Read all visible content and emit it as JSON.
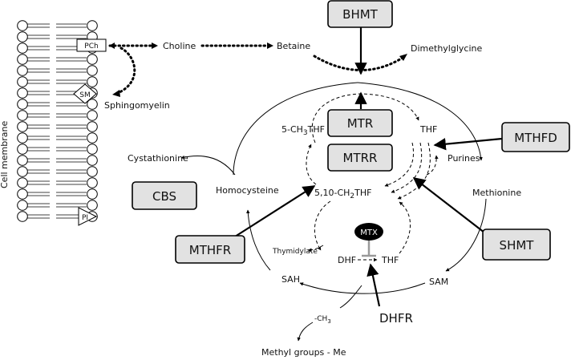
{
  "membrane": {
    "label": "Cell membrane",
    "markers": {
      "pch": "PCh",
      "sm": "SM",
      "pi": "PI"
    }
  },
  "enzymes": {
    "bhmt": "BHMT",
    "mtr": "MTR",
    "mtrr": "MTRR",
    "mthfd": "MTHFD",
    "cbs": "CBS",
    "mthfr": "MTHFR",
    "shmt": "SHMT",
    "dhfr": "DHFR",
    "mtx": "MTX"
  },
  "metabolites": {
    "choline": "Choline",
    "betaine": "Betaine",
    "dimethylglycine": "Dimethylglycine",
    "sphingomyelin": "Sphingomyelin",
    "ch3thf_prefix": "5-CH",
    "ch3thf_sub": "3",
    "ch3thf_suffix": "THF",
    "thf_top": "THF",
    "purines": "Purines",
    "cystathionine": "Cystathionine",
    "homocysteine": "Homocysteine",
    "methionine": "Methionine",
    "ch2thf_prefix": "5,10-CH",
    "ch2thf_sub": "2",
    "ch2thf_suffix": "THF",
    "thymidylate": "Thymidylate",
    "dhf": "DHF",
    "thf_bottom": "THF",
    "sah": "SAH",
    "sam": "SAM",
    "ch3_prefix": "-CH",
    "ch3_sub": "3",
    "methyl_groups": "Methyl groups - Me"
  },
  "colors": {
    "enzyme_fill": "#e2e2e2",
    "stroke": "#000000",
    "mtx_fill": "#000000",
    "inhibition": "#999999"
  }
}
